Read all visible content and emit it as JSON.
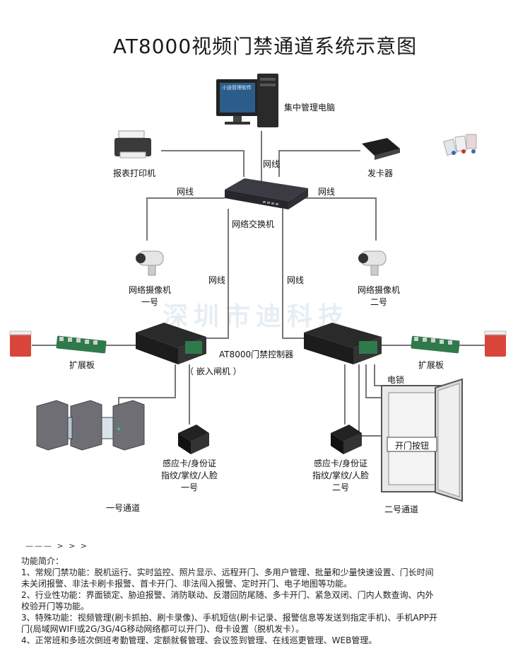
{
  "title": "AT8000视频门禁通道系统示意图",
  "devices": {
    "pc": "集中管理电脑",
    "pc_screen": "小迪管理软件",
    "printer": "报表打印机",
    "card_issuer": "发卡器",
    "switch": "网络交换机",
    "camera1": [
      "网络摄像机",
      "一号"
    ],
    "camera2": [
      "网络摄像机",
      "二号"
    ],
    "controller": "AT8000门禁控制器",
    "embedded": "（ 嵌入闸机 ）",
    "expansion_left": "扩展板",
    "expansion_right": "扩展板",
    "electric_lock": "电锁",
    "exit_button": "开门按钮",
    "reader1": [
      "感应卡/身份证",
      "指纹/掌纹/人脸",
      "一号"
    ],
    "reader2": [
      "感应卡/身份证",
      "指纹/掌纹/人脸",
      "二号"
    ],
    "passage1": "一号通道",
    "passage2": "二号通道"
  },
  "net_labels": [
    "网线",
    "网线",
    "网线",
    "网线",
    "网线"
  ],
  "watermark": "深圳市迪科技",
  "intro": {
    "arrow": "——— > > >",
    "heading": "功能简介：",
    "lines": [
      "1、常规门禁功能：脱机运行、实时监控、照片显示、远程开门、多用户管理、批量和少量快速设置、门长时间",
      "未关闭报警、非法卡刷卡报警、首卡开门、非法闯入报警、定时开门、电子地图等功能。",
      "2、行业性功能：界面锁定、胁迫报警、消防联动、反潜回防尾随、多卡开门、紧急双闭、门内人数查询、内外",
      "校验开门等功能。",
      "3、特殊功能：视频管理(刷卡抓拍、刷卡录像)、手机短信(刷卡记录、报警信息等发送到指定手机)、手机APP开",
      "门(局域网WIFI或2G/3G/4G移动网络都可以开门)、母卡设置（脱机发卡）。",
      "4、正常班和多班次倒班考勤管理、定额就餐管理、会议签到管理、在线巡更管理、WEB管理。"
    ]
  },
  "colors": {
    "line": "#777777",
    "device_dark": "#2a2a2a",
    "alarm_red": "#d9453a",
    "pcb_green": "#2f7a4a"
  }
}
